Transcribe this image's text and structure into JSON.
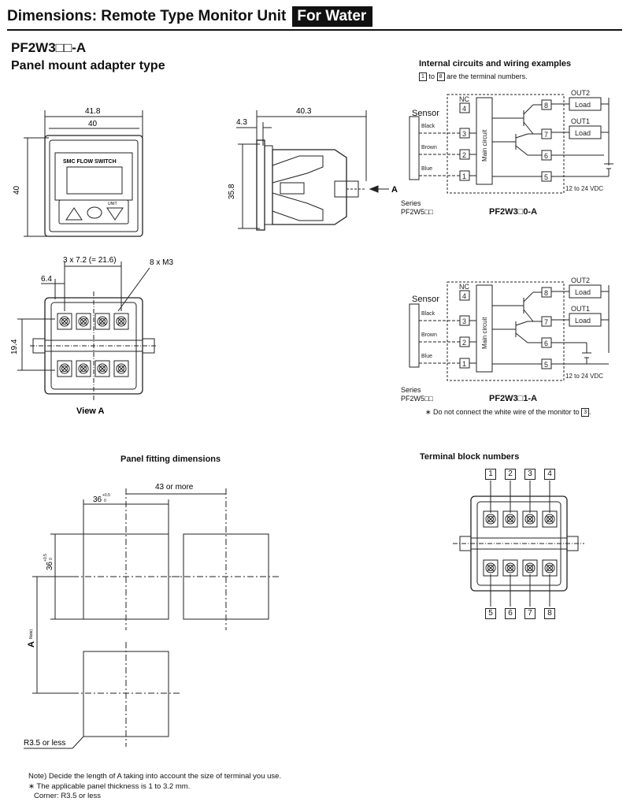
{
  "header": {
    "title": "Dimensions: Remote Type Monitor Unit",
    "badge": "For Water"
  },
  "model": "PF2W3□□-A",
  "subtitle": "Panel mount adapter type",
  "front_view": {
    "dim_outer_width": "41.8",
    "dim_inner_width": "40",
    "dim_height": "40",
    "brand_text": "SMC FLOW SWITCH",
    "unit_text": "UNIT"
  },
  "side_view": {
    "dim_depth": "40.3",
    "dim_flange": "4.3",
    "dim_height": "35.8",
    "arrow_label": "A"
  },
  "view_a": {
    "dim_pitch": "3 x 7.2 (= 21.6)",
    "dim_screws": "8 x M3",
    "dim_offset": "6.4",
    "dim_height": "19.4",
    "label": "View A"
  },
  "circuits": {
    "title": "Internal circuits and wiring examples",
    "subtitle_box1": "1",
    "subtitle_box2": "8",
    "subtitle_mid": "to",
    "subtitle_tail": "are the terminal numbers.",
    "sensor": "Sensor",
    "nc": "NC",
    "wires": [
      "Black",
      "Brown",
      "Blue"
    ],
    "main_circuit": "Main circuit",
    "out2": "OUT2",
    "out1": "OUT1",
    "load": "Load",
    "supply": "12 to 24 VDC",
    "series_label": "Series",
    "series_model": "PF2W5□□",
    "diagram1_model": "PF2W3□0-A",
    "diagram2_model": "PF2W3□1-A",
    "terminals_left": [
      "4",
      "3",
      "2",
      "1"
    ],
    "terminals_right": [
      "8",
      "7",
      "6",
      "5"
    ],
    "note_prefix": "∗ Do not connect the white wire of the monitor to",
    "note_box": "3",
    "note_suffix": "."
  },
  "panel_fitting": {
    "title": "Panel fitting dimensions",
    "dim_spacing": "43 or more",
    "dim_width": "36",
    "dim_width_tol": "+0.5",
    "dim_width_tol2": "0",
    "dim_height": "36",
    "dim_height_tol": "+0.5",
    "dim_height_tol2": "0",
    "dim_a": "A",
    "dim_a_note": "Note)",
    "corner": "R3.5 or less"
  },
  "terminal_block": {
    "title": "Terminal block numbers",
    "top": [
      "1",
      "2",
      "3",
      "4"
    ],
    "bottom": [
      "5",
      "6",
      "7",
      "8"
    ]
  },
  "notes": {
    "line1": "Note) Decide the length of A taking into account the size of terminal you use.",
    "line2": "∗ The applicable panel thickness is 1 to 3.2 mm.",
    "line3": "Corner: R3.5 or less"
  }
}
